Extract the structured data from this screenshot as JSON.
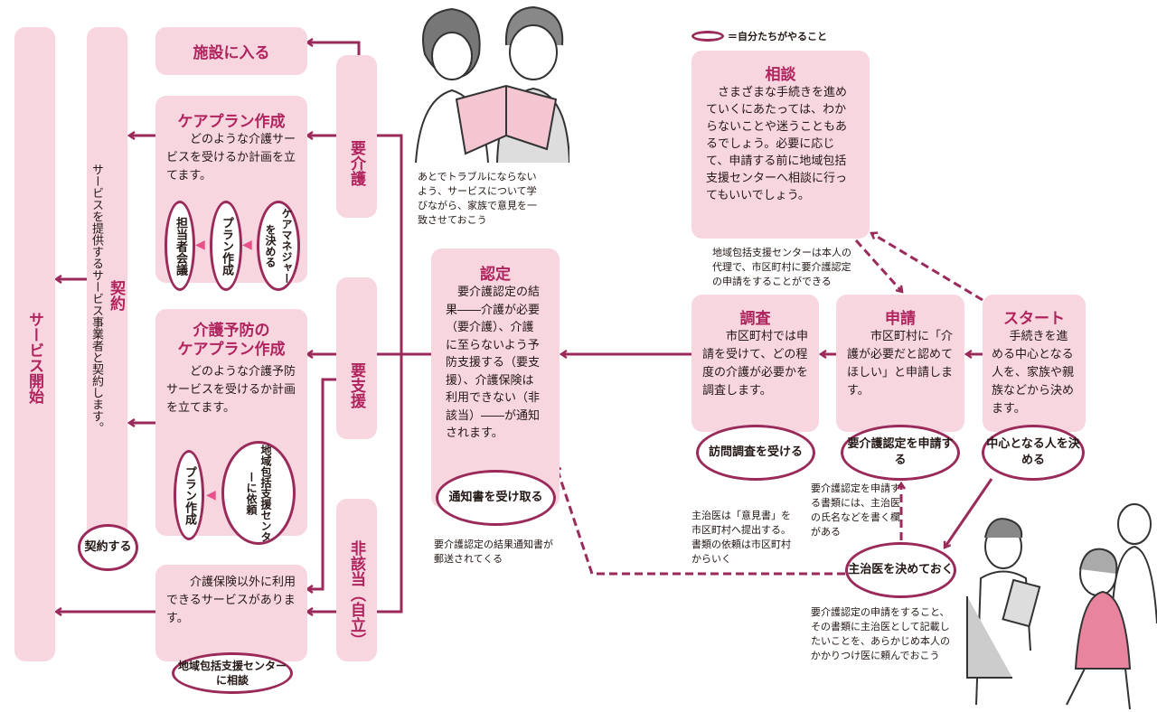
{
  "legend": {
    "label": "＝自分たちがやること"
  },
  "columns": {
    "service_start": "サービス開始",
    "contract_title": "契約",
    "contract_body": "サービスを提供するサービス事業者と契約します。",
    "contract_action": "契約する"
  },
  "facility": {
    "title": "施設に入る"
  },
  "careplan": {
    "title": "ケアプラン作成",
    "body": "どのような介護サービスを受けるか計画を立てます。",
    "steps": [
      "ケアマネジャーを決める",
      "プラン作成",
      "担当者会議"
    ]
  },
  "prevention_plan": {
    "title_line1": "介護予防の",
    "title_line2": "ケアプラン作成",
    "body": "どのような介護予防サービスを受けるか計画を立てます。",
    "steps": [
      "地域包括支援センターに依頼",
      "プラン作成"
    ]
  },
  "other_services": {
    "body": "介護保険以外に利用できるサービスがあります。",
    "action": "地域包括支援センターに相談"
  },
  "levels": {
    "care": "要介護",
    "support": "要支援",
    "none": "非該当（自立）"
  },
  "family_caption": "あとでトラブルにならないよう、サービスについて学びながら、家族で意見を一致させておこう",
  "certification": {
    "title": "認定",
    "body": "要介護認定の結果――介護が必要（要介護）、介護に至らないよう予防支援する（要支援）、介護保険は利用できない（非該当）――が通知されます。",
    "action": "通知書を受け取る",
    "caption": "要介護認定の結果通知書が郵送されてくる"
  },
  "consultation": {
    "title": "相談",
    "body": "さまざまな手続きを進めていくにあたっては、わからないことや迷うこともあるでしょう。必要に応じて、申請する前に地域包括支援センターへ相談に行ってもいいでしょう。",
    "caption": "地域包括支援センターは本人の代理で、市区町村に要介護認定の申請をすることができる"
  },
  "survey": {
    "title": "調査",
    "body": "市区町村では申請を受けて、どの程度の介護が必要かを調査します。",
    "action": "訪問調査を受ける"
  },
  "application": {
    "title": "申請",
    "body": "市区町村に「介護が必要だと認めてほしい」と申請します。",
    "action": "要介護認定を申請する"
  },
  "start": {
    "title": "スタート",
    "body": "手続きを進める中心となる人を、家族や親族などから決めます。",
    "action": "中心となる人を決める"
  },
  "doctor": {
    "action": "主治医を決めておく",
    "caption_form": "要介護認定を申請する書類には、主治医の氏名などを書く欄がある",
    "caption_opinion": "主治医は「意見書」を市区町村へ提出する。書類の依頼は市区町村からいく",
    "caption_request": "要介護認定の申請をすること、その書類に主治医として記載したいことを、あらかじめ本人のかかりつけ医に頼んでおこう"
  },
  "colors": {
    "box": "#f8d6df",
    "accent": "#9a2a5a",
    "title": "#b0245e"
  }
}
